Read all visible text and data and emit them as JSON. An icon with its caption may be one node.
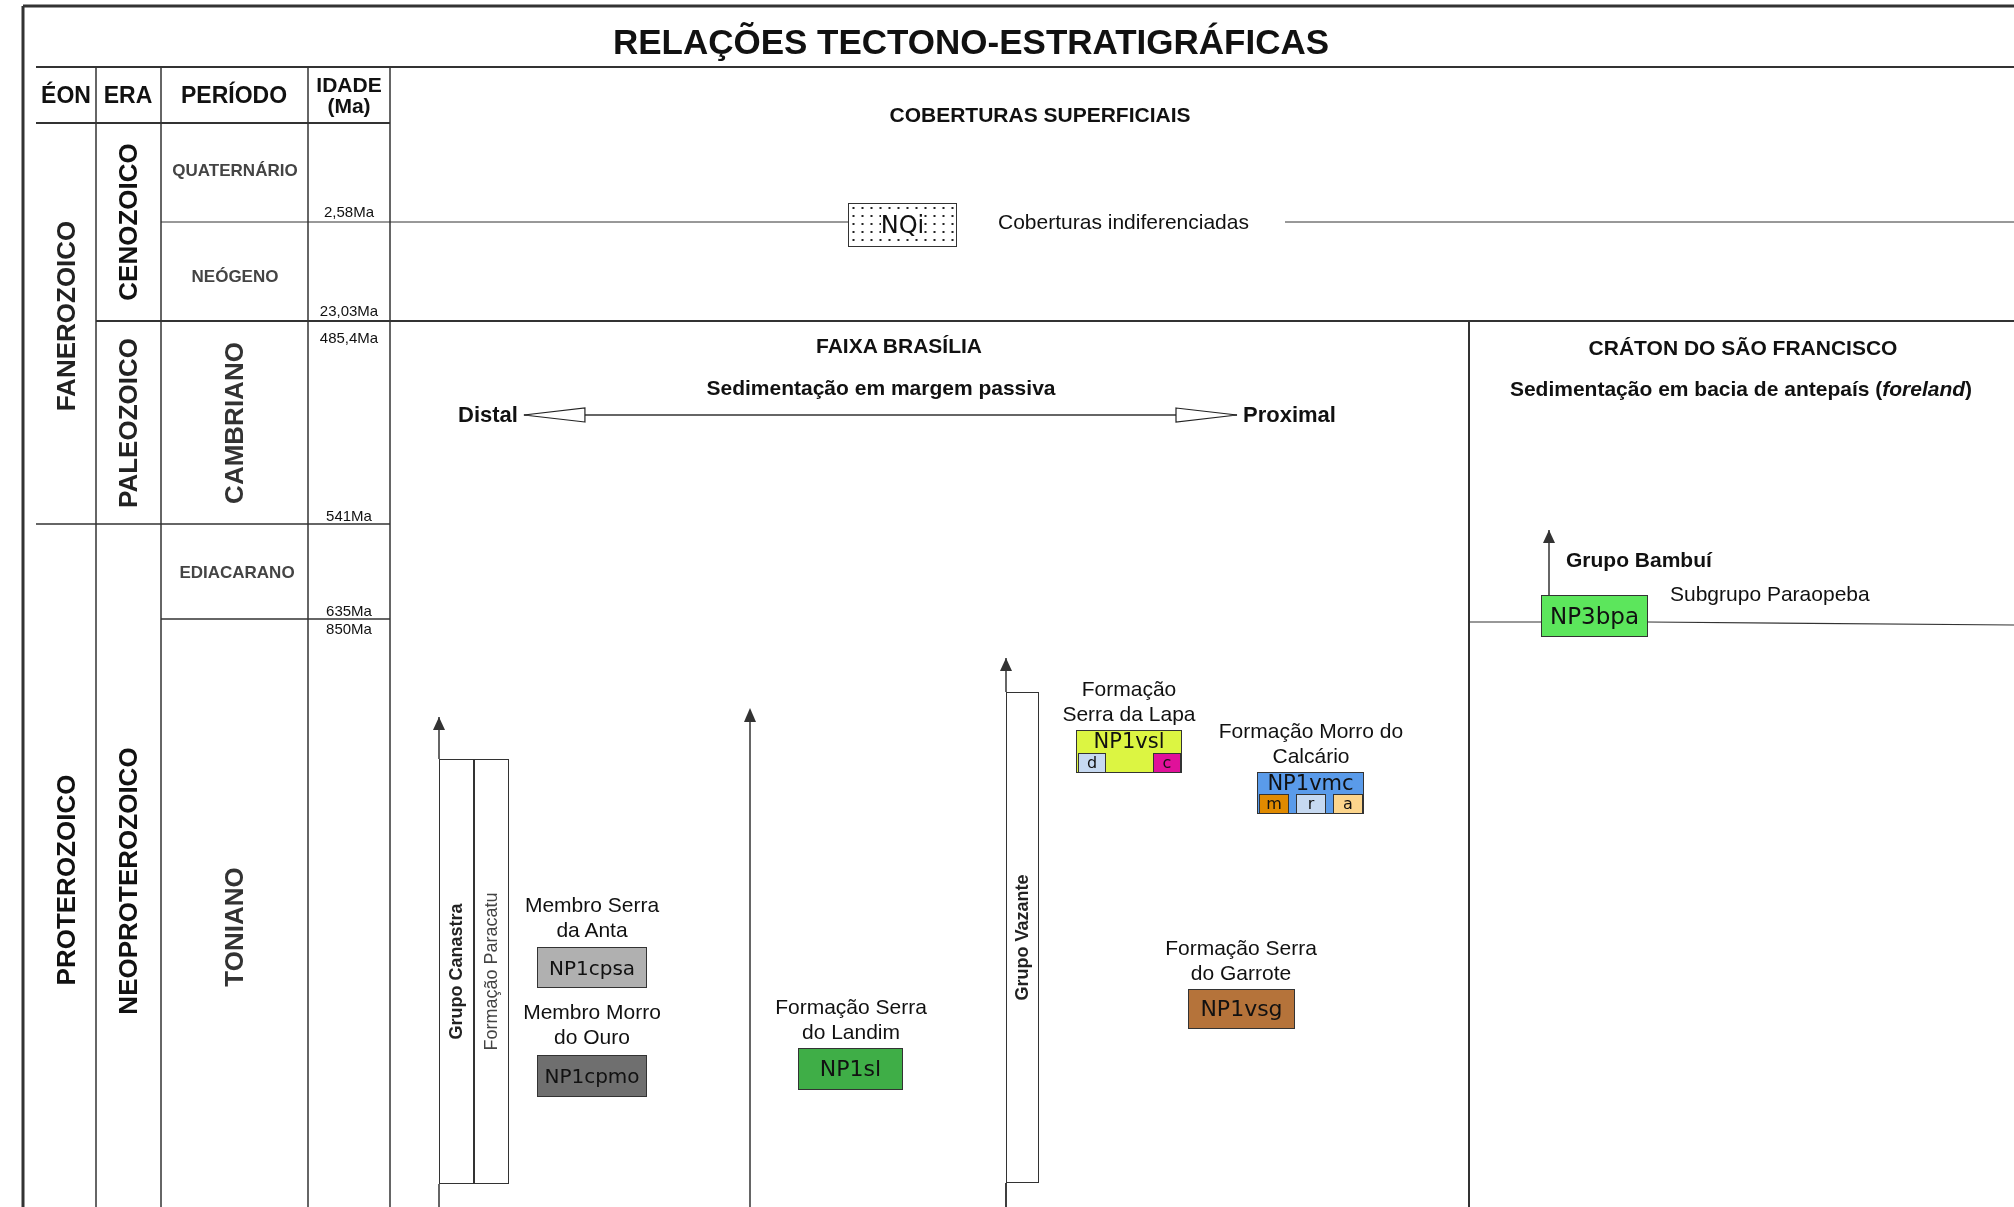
{
  "diagram": {
    "title": "RELAÇÕES TECTONO-ESTRATIGRÁFICAS",
    "nodes": [
      {
        "text": [
          "NQi"
        ],
        "beside": [
          "Coberturas indiferenciadas"
        ]
      },
      {
        "text": [
          "Distal"
        ]
      },
      {
        "text": [
          "Proximal"
        ]
      },
      {
        "text": [
          "Grupo Canastra"
        ]
      },
      {
        "text": [
          "Formação Paracatu"
        ]
      },
      {
        "text": [
          "Membro Serra da Anta",
          "NP1cpsa"
        ]
      },
      {
        "text": [
          "Membro Morro do Ouro",
          "NP1cpmo"
        ]
      },
      {
        "text": [
          "Formação Serra do Landim",
          "NP1sl"
        ]
      },
      {
        "text": [
          "Grupo Vazante"
        ]
      },
      {
        "text": [
          "Formação Serra da Lapa",
          "NP1vsl"
        ]
      },
      {
        "text": [
          "d"
        ],
        "in": 9
      },
      {
        "text": [
          "c"
        ],
        "in": 9
      },
      {
        "text": [
          "Formação Morro do Calcário",
          "NP1vmc"
        ]
      },
      {
        "text": [
          "m"
        ],
        "in": 12
      },
      {
        "text": [
          "r"
        ],
        "in": 12
      },
      {
        "text": [
          "a"
        ],
        "in": 12
      },
      {
        "text": [
          "Formação Serra do Garrote",
          "NP1vsg"
        ]
      },
      {
        "text": [
          "NP3bpa"
        ],
        "beside": [
          "Grupo Bambuí",
          "Subgrupo Paraopeba"
        ]
      }
    ],
    "edges": [
      {
        "from": 1,
        "to": 2,
        "arrow": "both"
      },
      {
        "from": 3,
        "to": null,
        "arrow": "to"
      },
      {
        "from": 8,
        "to": null,
        "arrow": "to"
      },
      {
        "from": 17,
        "to": null,
        "arrow": "to"
      }
    ],
    "labels": [
      "ÉON",
      "ERA",
      "PERÍODO",
      "IDADE (Ma)",
      "FANEROZOICO",
      "CENOZOICO",
      "QUATERNÁRIO",
      "2,58Ma",
      "NEÓGENO",
      "23,03Ma",
      "PALEOZOICO",
      "CAMBRIANO",
      "485,4Ma",
      "541Ma",
      "PROTEROZOICO",
      "NEOPROTEROZOICO",
      "EDIACARANO",
      "635Ma",
      "TONIANO",
      "850Ma",
      "COBERTURAS SUPERFICIAIS",
      "FAIXA BRASÍLIA",
      "Sedimentação em margem passiva",
      "CRÁTON DO SÃO FRANCISCO",
      "Sedimentação em bacia de antepaís (*foreland*)"
    ]
  }
}
